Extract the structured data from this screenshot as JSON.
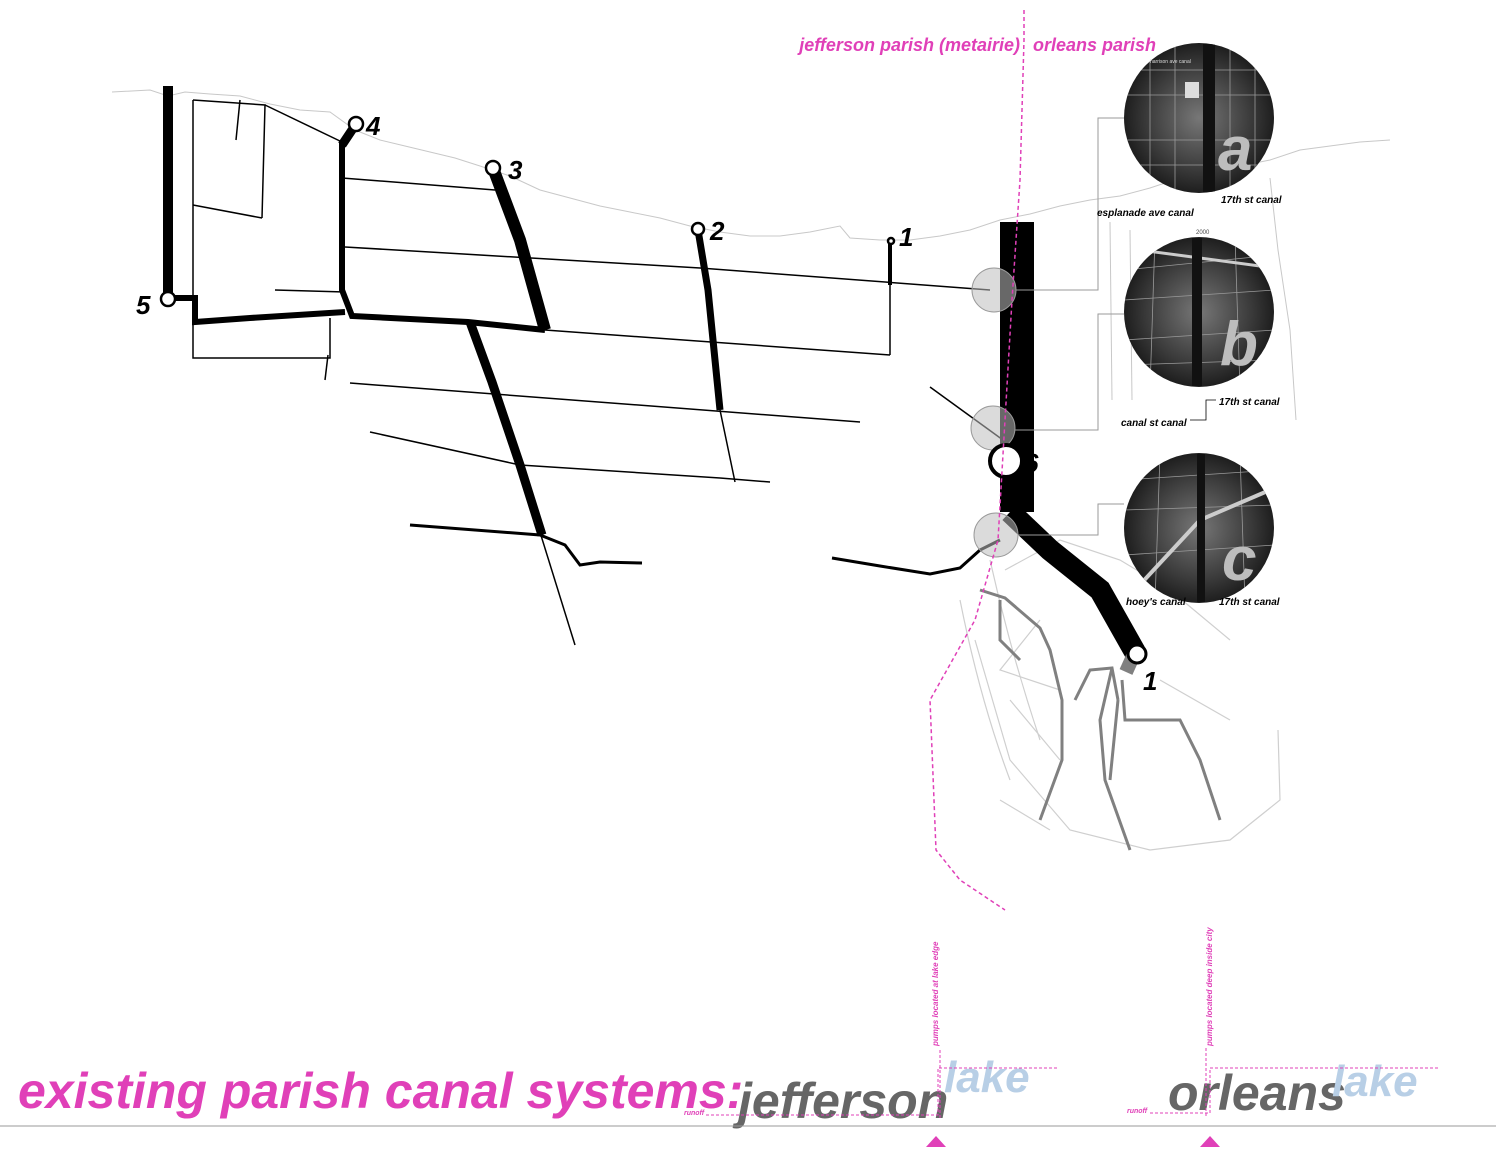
{
  "header": {
    "jefferson_label": "jefferson parish (metairie)",
    "orleans_label": "orleans parish"
  },
  "pump_numbers": {
    "p1": "1",
    "p2": "2",
    "p3": "3",
    "p4": "4",
    "p5": "5",
    "p6": "6",
    "p1_orleans": "1"
  },
  "aerials": {
    "a": {
      "letter": "a",
      "captions": [
        "esplanade ave canal",
        "17th st canal"
      ],
      "small_text": [
        "harrison ave canal",
        "2000"
      ]
    },
    "b": {
      "letter": "b",
      "captions": [
        "canal st canal",
        "17th st canal"
      ]
    },
    "c": {
      "letter": "c",
      "captions": [
        "hoey's canal",
        "17th st canal"
      ]
    }
  },
  "legend": {
    "title": "existing parish canal systems:",
    "jefferson": {
      "name": "jefferson",
      "lake": "lake",
      "runoff": "runoff",
      "pump_note": "pumps located at lake edge"
    },
    "orleans": {
      "name": "orleans",
      "lake": "lake",
      "runoff": "runoff",
      "pump_note": "pumps located deep inside city"
    }
  },
  "colors": {
    "magenta": "#e040b8",
    "canal_black": "#000000",
    "canal_gray": "#808080",
    "shore_gray": "#c8c8c8",
    "lake_blue": "#b8cfe6",
    "name_gray": "#666666"
  }
}
